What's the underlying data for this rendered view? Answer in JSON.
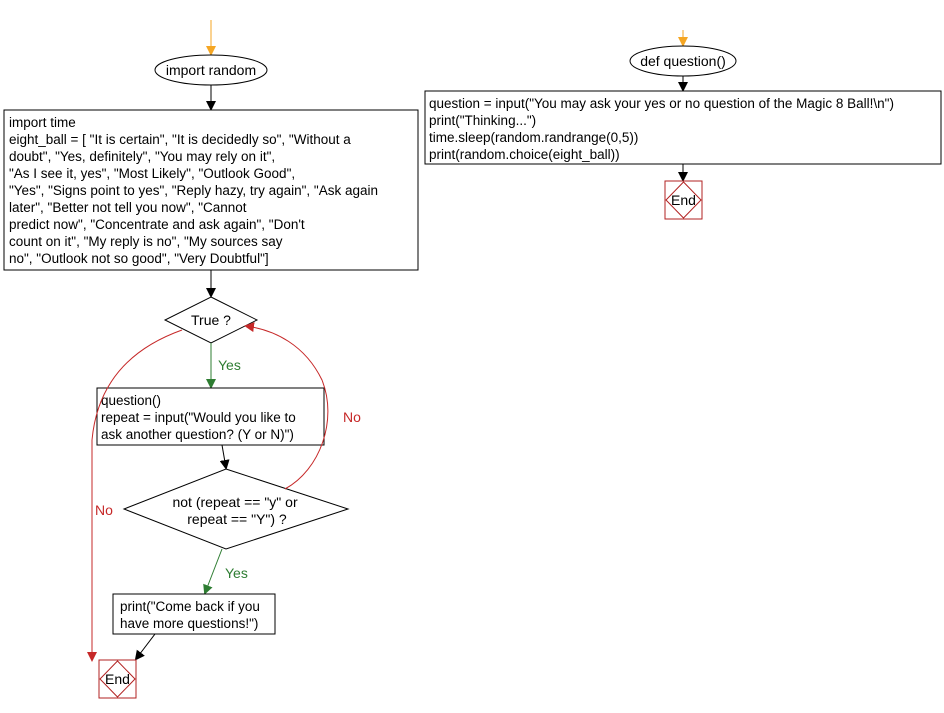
{
  "colors": {
    "start_arrow": "#f5a623",
    "yes": "#2e7d32",
    "no": "#c62828",
    "end_border": "#b22222",
    "line": "#000000"
  },
  "main_flow": {
    "start": "import random",
    "init_block": [
      "import time",
      "eight_ball = [ \"It is certain\", \"It is decidedly so\", \"Without a",
      "doubt\", \"Yes, definitely\",                \"You may rely on it\",",
      "\"As I see it, yes\", \"Most Likely\", \"Outlook Good\",",
      "\"Yes\", \"Signs point to yes\", \"Reply hazy, try again\", \"Ask again",
      "later\",                \"Better not tell you now\", \"Cannot",
      "predict now\", \"Concentrate and ask again\",                \"Don't",
      "count on it\", \"My reply is no\", \"My sources say",
      "no\", \"Outlook not so good\", \"Very Doubtful\"]"
    ],
    "loop_condition": "True ?",
    "loop_body": [
      "question()",
      "repeat = input(\"Would you like to",
      "ask another question? (Y or N)\")"
    ],
    "exit_condition": [
      "not (repeat == \"y\" or",
      "repeat == \"Y\") ?"
    ],
    "exit_action": [
      "print(\"Come back if you",
      "have more questions!\")"
    ],
    "end": "End",
    "yes_label_1": "Yes",
    "yes_label_2": "Yes",
    "no_label_1": "No",
    "no_label_2": "No"
  },
  "function_flow": {
    "start": "def question()",
    "body": [
      "question = input(\"You may ask your yes or no question of the Magic 8 Ball!\\n\")",
      "print(\"Thinking...\")",
      "time.sleep(random.randrange(0,5))",
      "print(random.choice(eight_ball))"
    ],
    "end": "End"
  }
}
